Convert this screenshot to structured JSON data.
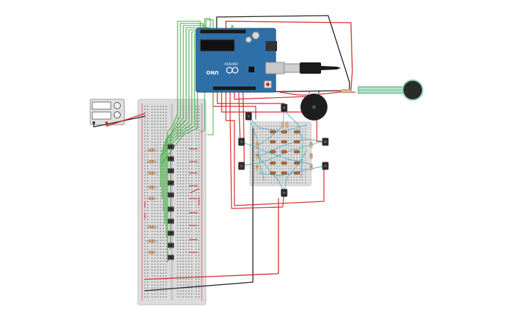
{
  "canvas": {
    "background": "#ffffff"
  },
  "colors": {
    "breadboard": "#dcdcdc",
    "breadboard_hole": "#6f6f6f",
    "rail_red": "#d4262b",
    "arduino_board": "#2f6fa8",
    "arduino_dark": "#1f4f7d",
    "wire_red": "#d62a2a",
    "wire_black": "#222222",
    "wire_green": "#3fae3f",
    "wire_teal": "#4ab3c0",
    "resistor_body": "#d9b58b",
    "button_cap": "#222222",
    "sensor_green": "#8fd3b0",
    "buzzer": "#1e1e1e",
    "power_supply": "#e0e0e0"
  },
  "arduino": {
    "model_label": "UNO",
    "brand_label": "ARDUINO"
  },
  "components": {
    "pushbuttons": {
      "count": 8
    },
    "resistors_left": {
      "count": 8
    },
    "keypad_buttons": {
      "count": 6
    },
    "keypad_resistors": {
      "count": 12
    }
  }
}
